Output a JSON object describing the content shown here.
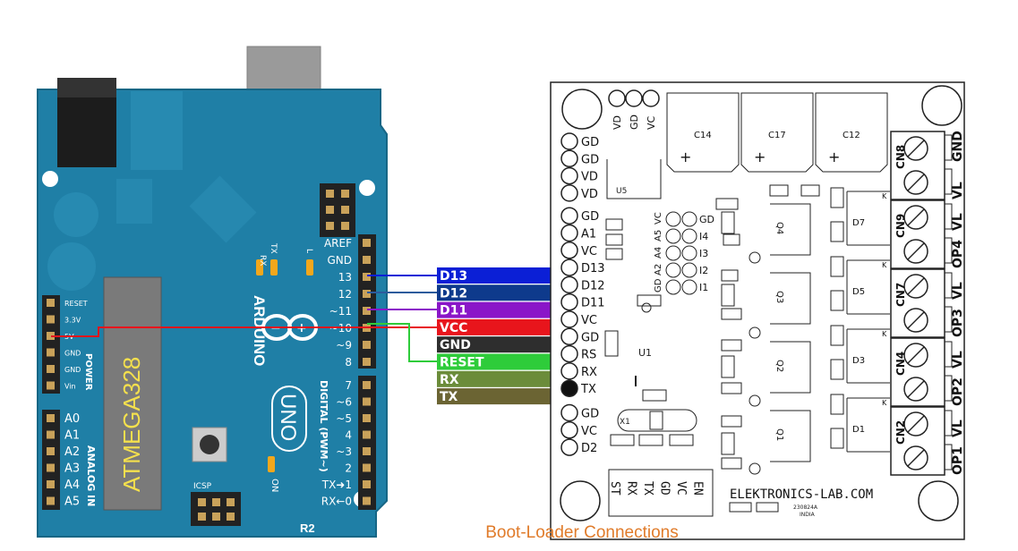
{
  "caption": "Boot-Loader Connections",
  "arduino": {
    "chip": "ATMEGA328",
    "brand": "ARDUINO",
    "model": "UNO",
    "revision": "R2",
    "icsp": "ICSP",
    "on": "ON",
    "rx": "RX",
    "tx": "TX",
    "l": "L",
    "power_label": "POWER",
    "analog_label": "ANALOG IN",
    "digital_label": "DIGITAL (PWM~)",
    "power_pins": [
      "RESET",
      "3.3V",
      "5V",
      "GND",
      "GND",
      "Vin"
    ],
    "analog_pins": [
      "A0",
      "A1",
      "A2",
      "A3",
      "A4",
      "A5"
    ],
    "top_header": [
      "AREF",
      "GND",
      "13",
      "12",
      "~11",
      "~10",
      "~9",
      "8"
    ],
    "bottom_header": [
      "7",
      "~6",
      "~5",
      "4",
      "~3",
      "2",
      "TX➜1",
      "RX←0"
    ]
  },
  "wires": [
    {
      "label": "D13",
      "color": "#0b1fd6"
    },
    {
      "label": "D12",
      "color": "#0e3a8c"
    },
    {
      "label": "D11",
      "color": "#8a16c8"
    },
    {
      "label": "VCC",
      "color": "#e8151c"
    },
    {
      "label": "GND",
      "color": "#2e2e2e"
    },
    {
      "label": "RESET",
      "color": "#2ecc3a"
    },
    {
      "label": "RX",
      "color": "#6b8c3a"
    },
    {
      "label": "TX",
      "color": "#6b6433"
    }
  ],
  "board": {
    "brand": "ELEKTRONICS-LAB.COM",
    "code": "230824A",
    "country": "INDIA",
    "caps": [
      "C14",
      "C17",
      "C12"
    ],
    "u5": "U5",
    "u1": "U1",
    "x1": "X1",
    "cn11_pins": [
      "VD",
      "GD",
      "VC"
    ],
    "left_pins": [
      "GD",
      "GD",
      "VD",
      "VD",
      "GD",
      "A1",
      "VC",
      "D13",
      "D12",
      "D11",
      "VC",
      "GD",
      "RS",
      "RX",
      "TX",
      "GD",
      "VC",
      "D2"
    ],
    "cn12_left": [
      "VC",
      "A5",
      "A4",
      "A2",
      "GD"
    ],
    "cn12_right": [
      "GD",
      "I4",
      "I3",
      "I2",
      "I1"
    ],
    "prog_header": [
      "ST",
      "RX",
      "TX",
      "GD",
      "VC",
      "EN"
    ],
    "terminals": [
      {
        "cn": "CN8",
        "top": "GND",
        "bottom": "VL"
      },
      {
        "cn": "CN9",
        "top": "VL",
        "bottom": "OP4"
      },
      {
        "cn": "CN7",
        "top": "VL",
        "bottom": "OP3"
      },
      {
        "cn": "CN4",
        "top": "VL",
        "bottom": "OP2"
      },
      {
        "cn": "CN2",
        "top": "VL",
        "bottom": "OP1"
      }
    ],
    "mosfets": [
      "Q4",
      "Q3",
      "Q2",
      "Q1"
    ],
    "diodes": [
      "D7",
      "D5",
      "D3",
      "D1"
    ]
  }
}
